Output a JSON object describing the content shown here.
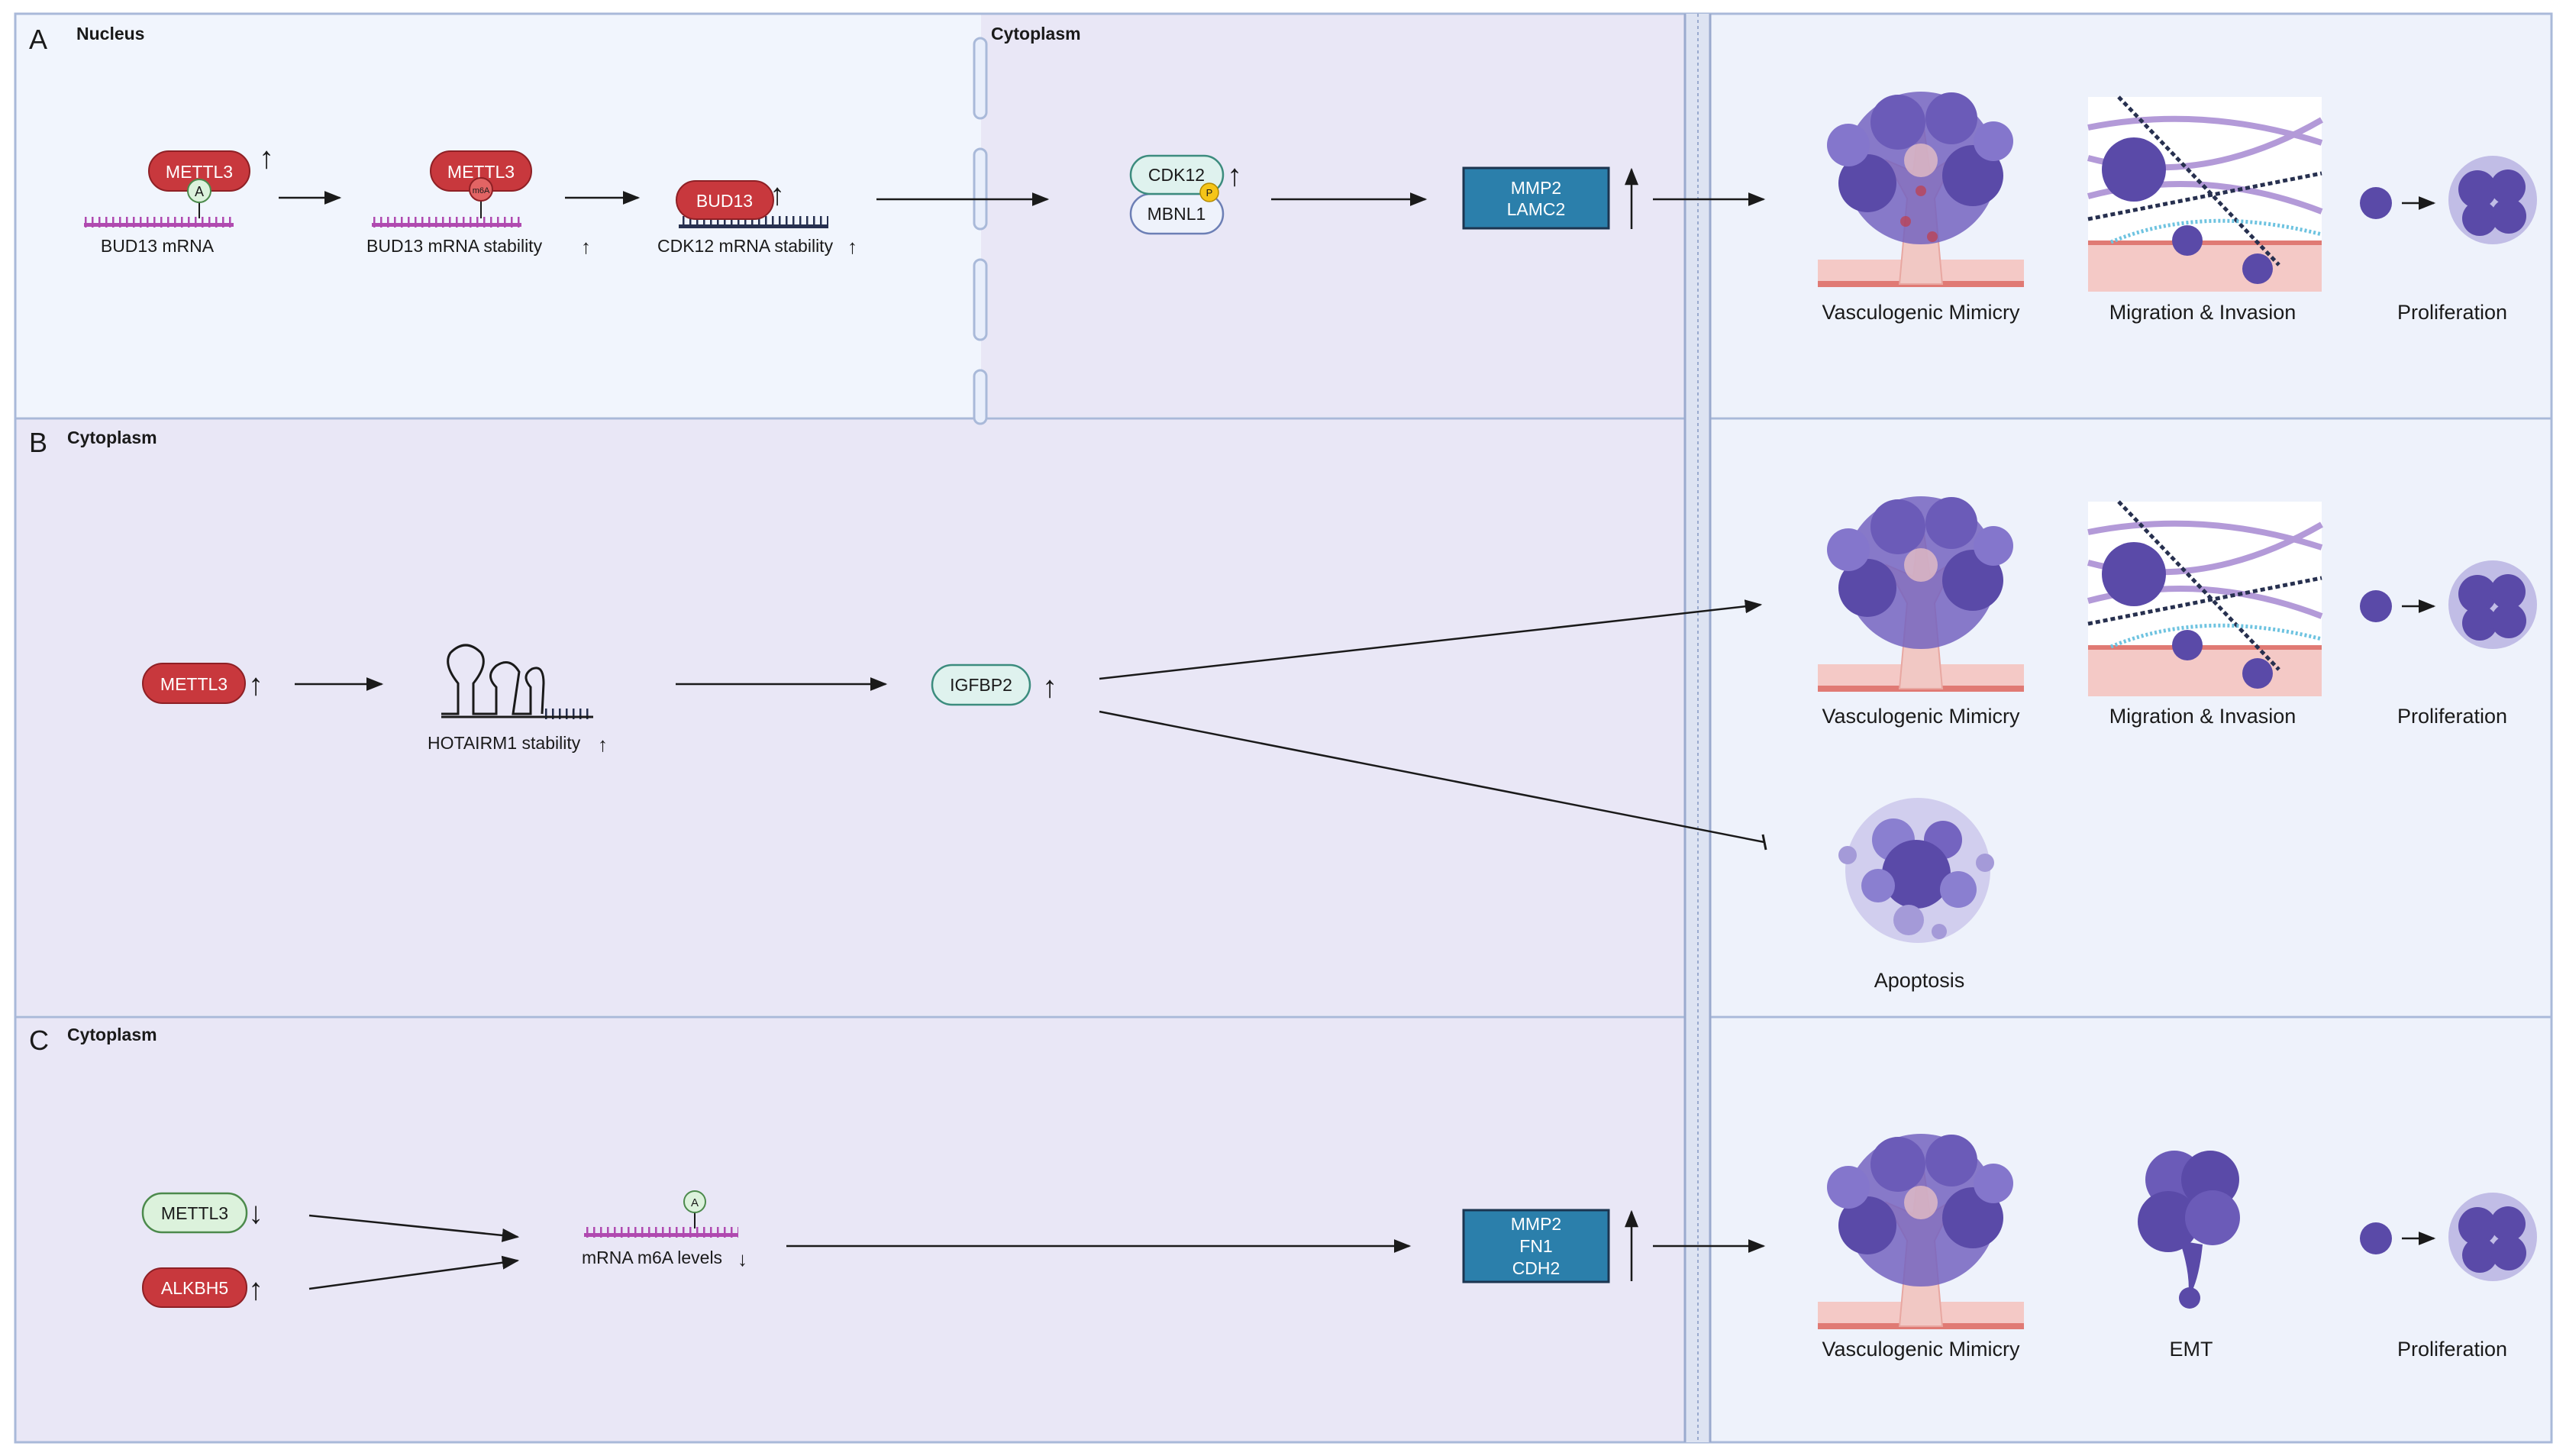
{
  "panels": {
    "a": {
      "letter": "A",
      "region_left": "Nucleus",
      "region_right": "Cytoplasm",
      "mettl3": "METTL3",
      "a_mark": "A",
      "m6a_mark": "m6A",
      "label1": "BUD13 mRNA",
      "label2": "BUD13 mRNA stability",
      "bud13": "BUD13",
      "label3": "CDK12 mRNA stability",
      "cdk12": "CDK12",
      "p_mark": "P",
      "mbnl1": "MBNL1",
      "box_lines": [
        "MMP2",
        "LAMC2"
      ],
      "outcomes": [
        "Vasculogenic Mimicry",
        "Migration & Invasion",
        "Proliferation"
      ]
    },
    "b": {
      "letter": "B",
      "region": "Cytoplasm",
      "mettl3": "METTL3",
      "rna_label": "HOTAIRM1 stability",
      "igfbp2": "IGFBP2",
      "outcomes": [
        "Vasculogenic Mimicry",
        "Migration & Invasion",
        "Proliferation"
      ],
      "apoptosis": "Apoptosis"
    },
    "c": {
      "letter": "C",
      "region": "Cytoplasm",
      "mettl3": "METTL3",
      "alkbh5": "ALKBH5",
      "a_mark": "A",
      "label": "mRNA m6A levels",
      "box_lines": [
        "MMP2",
        "FN1",
        "CDH2"
      ],
      "outcomes": [
        "Vasculogenic Mimicry",
        "EMT",
        "Proliferation"
      ]
    }
  },
  "arrows": {
    "up": "↑",
    "down": "↓"
  },
  "colors": {
    "nucleus_bg": "#f1f5fd",
    "cytoplasm_bg": "#e9e7f6",
    "outcome_bg": "#eef2fb",
    "border": "#a9b9d9",
    "red_pill": "#c8383d",
    "green_pill": "#dcf2dc",
    "teal_pill": "#dff2ee",
    "blue_box": "#2b7fab",
    "tumor": "#6757b3",
    "mrna_purple": "#b04ab0",
    "navy": "#27304f"
  }
}
